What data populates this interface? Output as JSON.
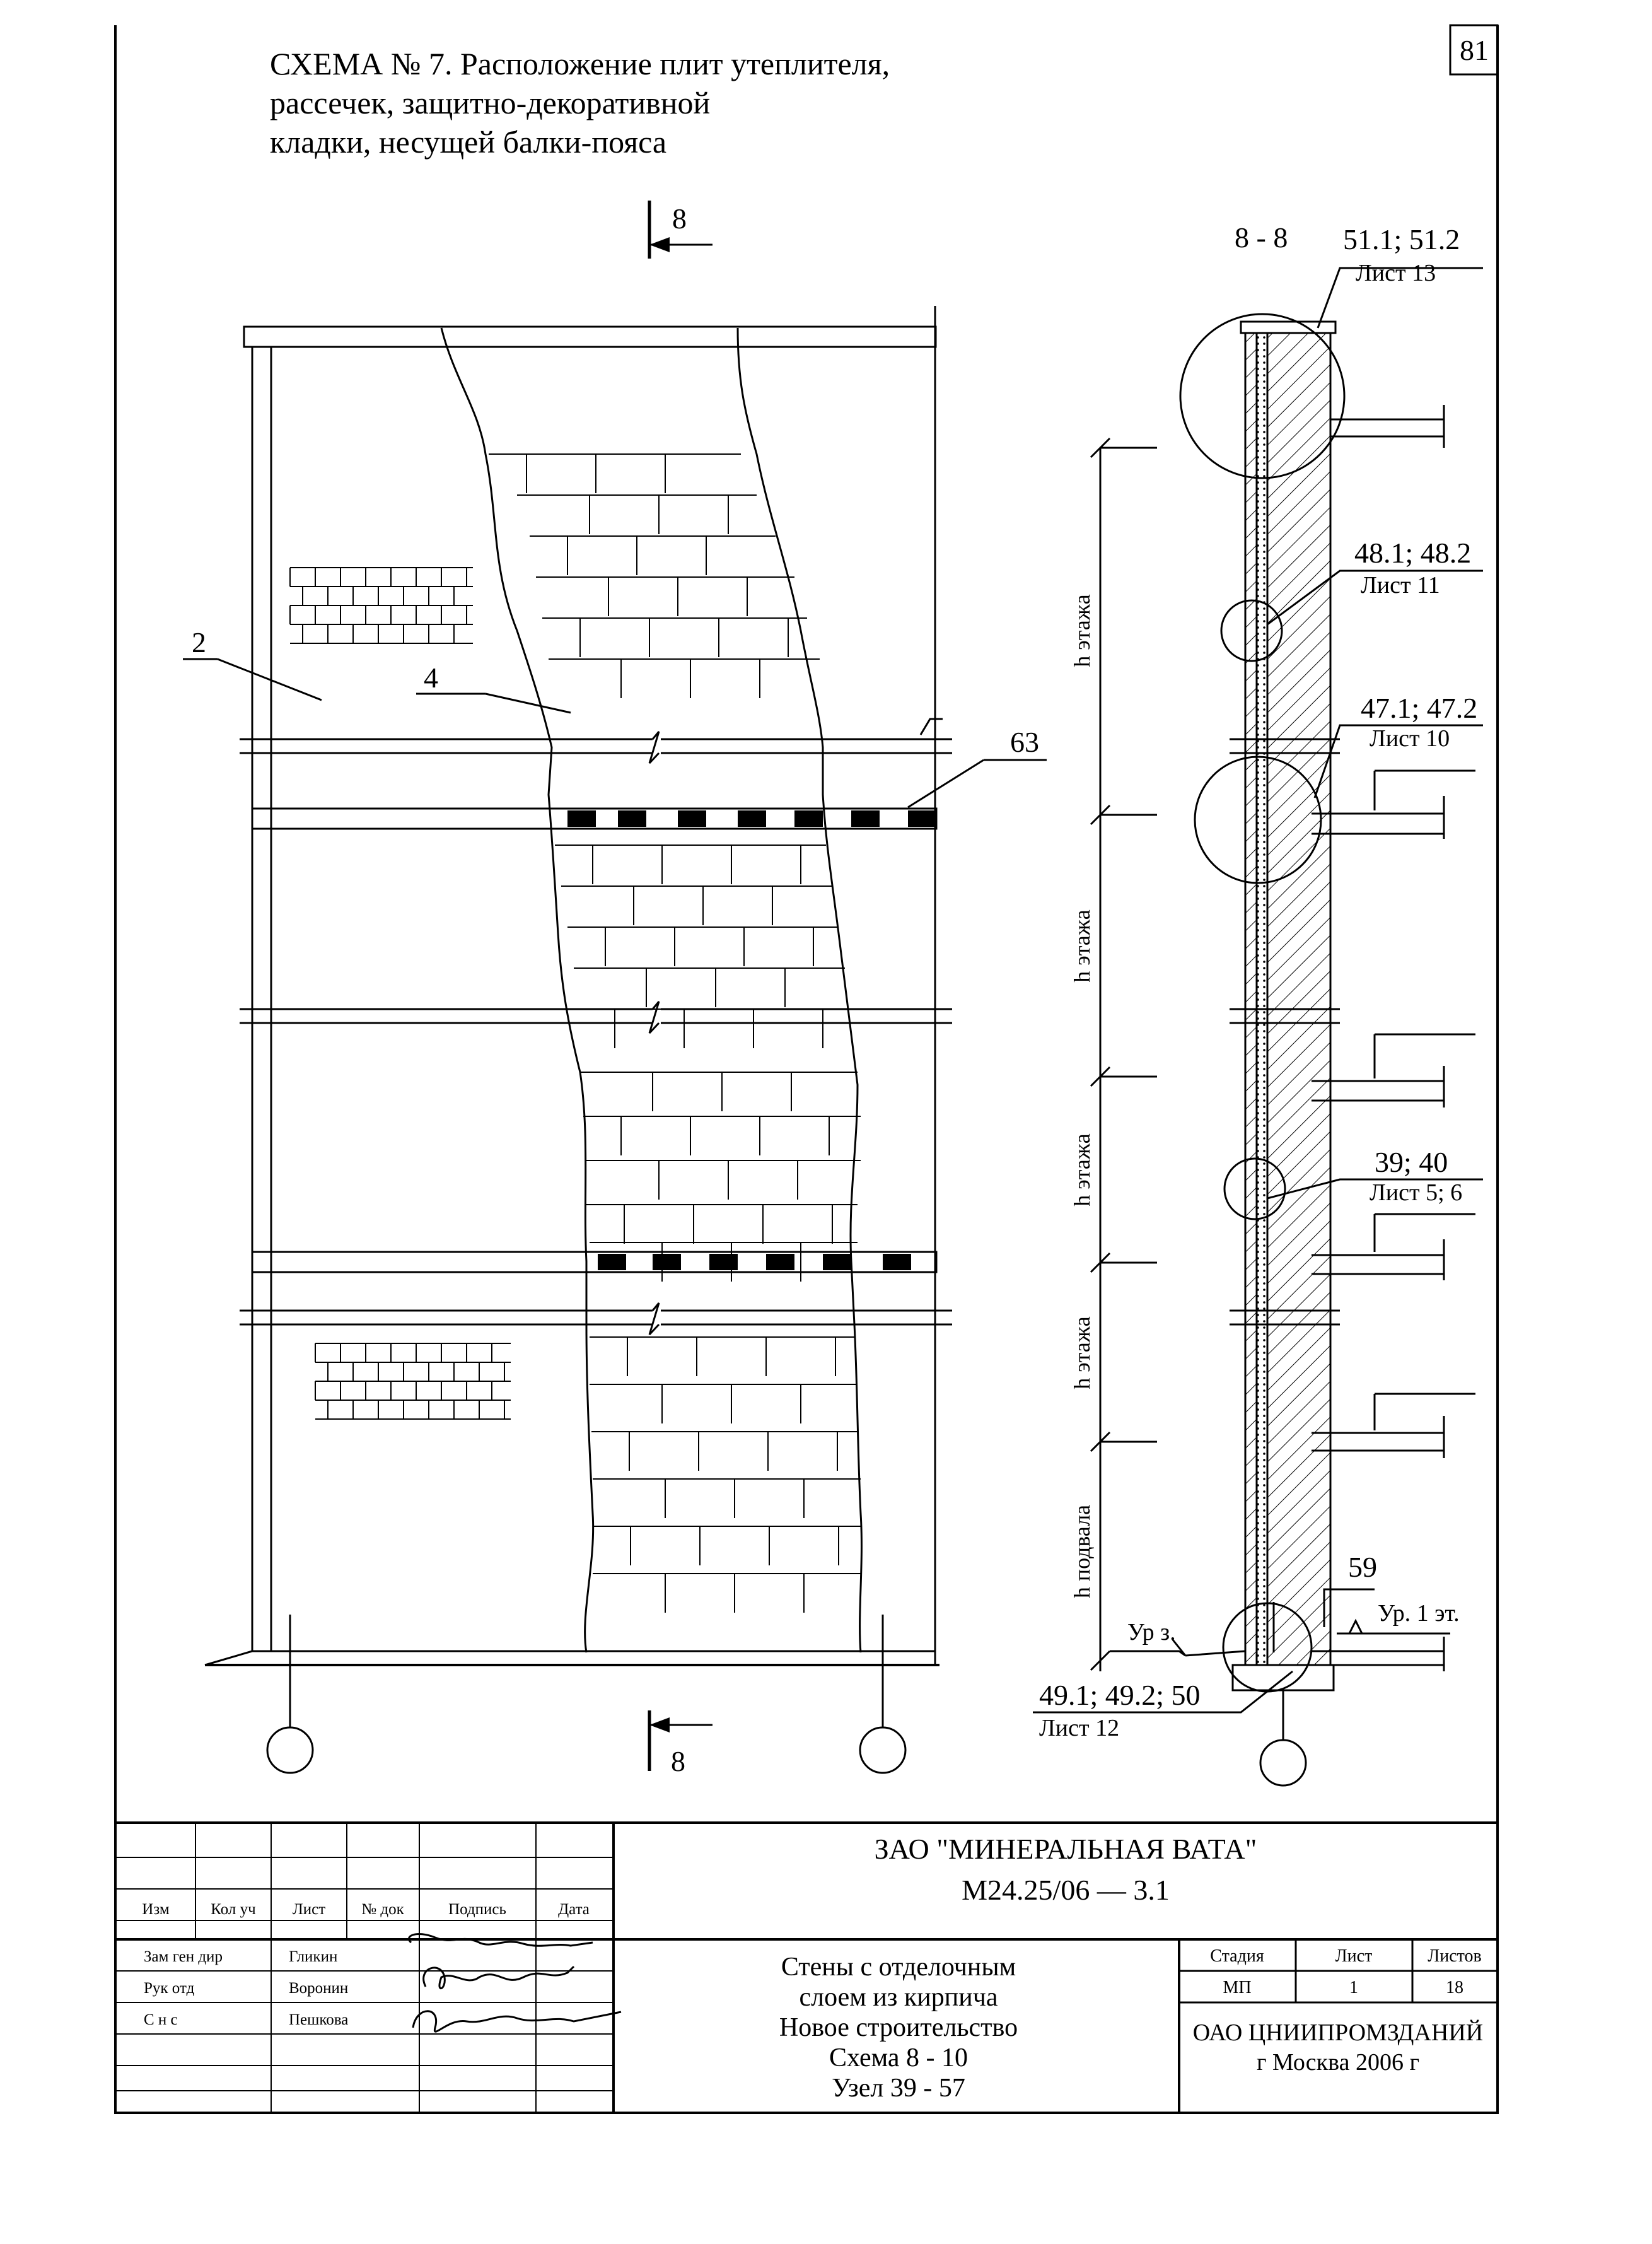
{
  "page_number": "81",
  "title_lines": [
    "СХЕМА № 7. Расположение плит утеплителя,",
    "рассечек, защитно-декоративной",
    "кладки, несущей балки-пояса"
  ],
  "section": {
    "number": "8",
    "name": "8 - 8"
  },
  "elevation_labels": {
    "item_2": "2",
    "item_4": "4",
    "item_63": "63"
  },
  "callouts": [
    {
      "nodes": "51.1; 51.2",
      "sheet": "Лист 13"
    },
    {
      "nodes": "48.1; 48.2",
      "sheet": "Лист 11"
    },
    {
      "nodes": "47.1; 47.2",
      "sheet": "Лист 10"
    },
    {
      "nodes": "39; 40",
      "sheet": "Лист 5; 6"
    },
    {
      "nodes": "49.1; 49.2; 50",
      "sheet": "Лист 12"
    }
  ],
  "item_59": "59",
  "ground_level": "Ур з.",
  "first_floor_level": "Ур. 1 эт.",
  "dimension_labels": {
    "floor_1": "h этажа",
    "floor_2": "h этажа",
    "floor_3": "h этажа",
    "floor_4": "h этажа",
    "basement": "h подвала"
  },
  "title_block": {
    "company": "ЗАО \"МИНЕРАЛЬНАЯ ВАТА\"",
    "code": "М24.25/06  —  3.1",
    "headers": [
      "Изм",
      "Кол уч",
      "Лист",
      "№ док",
      "Подпись",
      "Дата"
    ],
    "people": [
      {
        "role": "Зам ген дир",
        "name": "Гликин"
      },
      {
        "role": "Рук отд",
        "name": "Воронин"
      },
      {
        "role": "С н с",
        "name": "Пешкова"
      }
    ],
    "description_lines": [
      "Стены с отделочным",
      "слоем из кирпича",
      "Новое строительство",
      "Схема 8 - 10",
      "Узел 39 - 57"
    ],
    "stage_header": "Стадия",
    "sheet_header": "Лист",
    "sheets_header": "Листов",
    "stage": "МП",
    "sheet": "1",
    "sheets": "18",
    "organization": "ОАО ЦНИИПРОМЗДАНИЙ",
    "city_year": "г  Москва 2006 г"
  }
}
